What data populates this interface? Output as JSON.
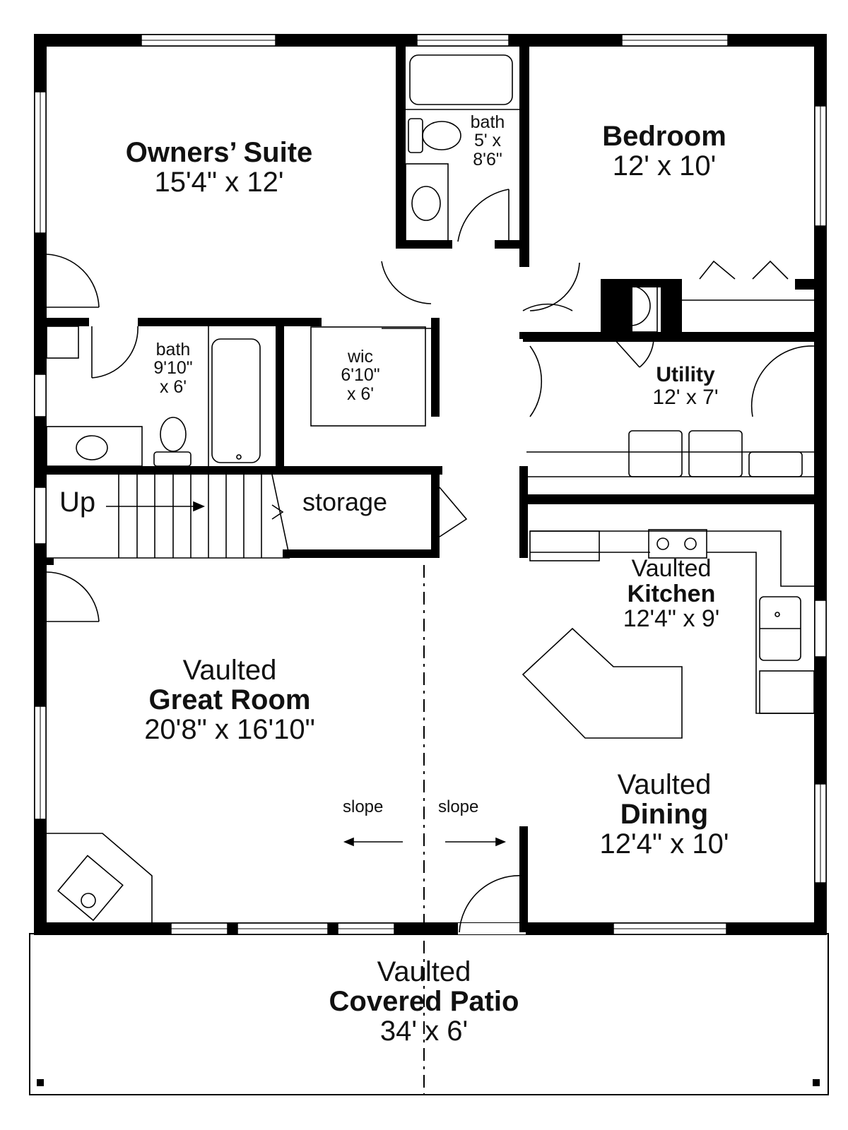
{
  "plan": {
    "wall_color": "#000000",
    "background": "#ffffff",
    "rooms": {
      "owners_suite": {
        "name": "Owners’ Suite",
        "dims": "15'4\" x 12'"
      },
      "bath_upper": {
        "name": "bath",
        "dims_1": "5' x",
        "dims_2": "8'6\""
      },
      "bedroom": {
        "name": "Bedroom",
        "dims": "12' x 10'"
      },
      "bath_lower": {
        "name": "bath",
        "dims_1": "9'10\"",
        "dims_2": "x 6'"
      },
      "wic": {
        "name": "wic",
        "dims_1": "6'10\"",
        "dims_2": "x 6'"
      },
      "utility": {
        "name": "Utility",
        "dims": "12' x 7'"
      },
      "stairs": {
        "label": "Up"
      },
      "storage": {
        "name": "storage"
      },
      "kitchen": {
        "prefix": "Vaulted",
        "name": "Kitchen",
        "dims": "12'4\" x 9'"
      },
      "great_room": {
        "prefix": "Vaulted",
        "name": "Great Room",
        "dims": "20'8\" x 16'10\""
      },
      "dining": {
        "prefix": "Vaulted",
        "name": "Dining",
        "dims": "12'4\" x 10'"
      },
      "patio": {
        "prefix": "Vaulted",
        "name": "Covered Patio",
        "dims": "34' x 6'"
      }
    },
    "annotations": {
      "slope_left": "slope",
      "slope_right": "slope"
    }
  }
}
